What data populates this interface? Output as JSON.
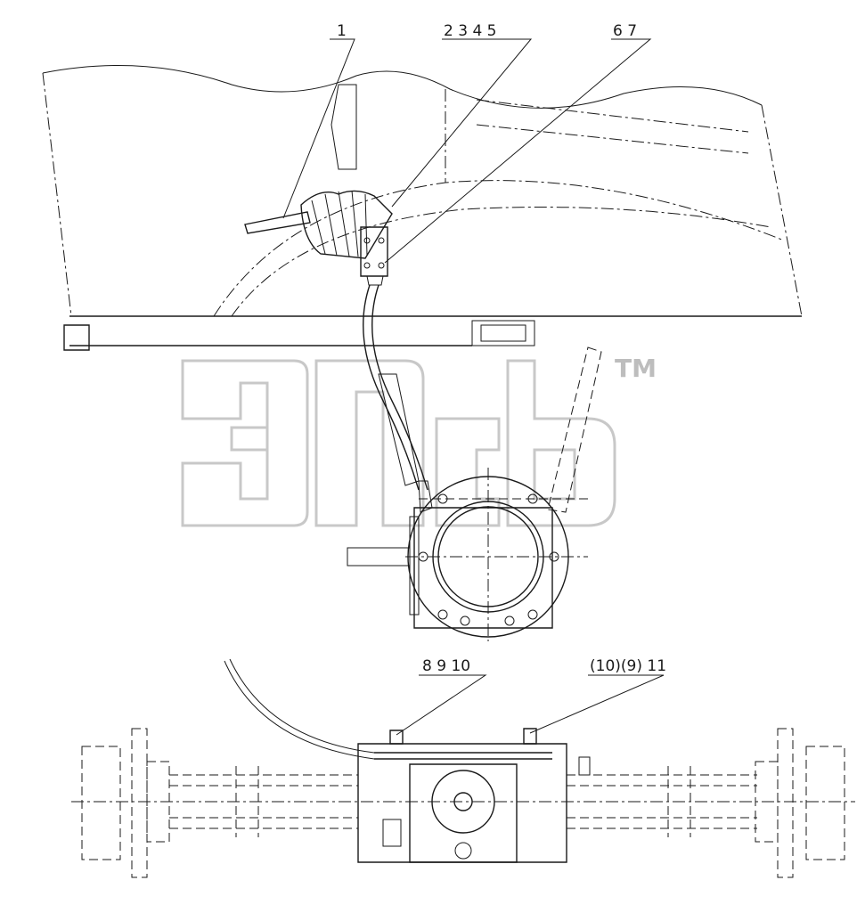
{
  "callouts": {
    "c1": "1",
    "c2345": "2  3  4  5",
    "c67": "6  7",
    "c8910": "8  9  10",
    "c10911": "(10)(9) 11"
  },
  "watermark": {
    "trademark": "TM"
  }
}
